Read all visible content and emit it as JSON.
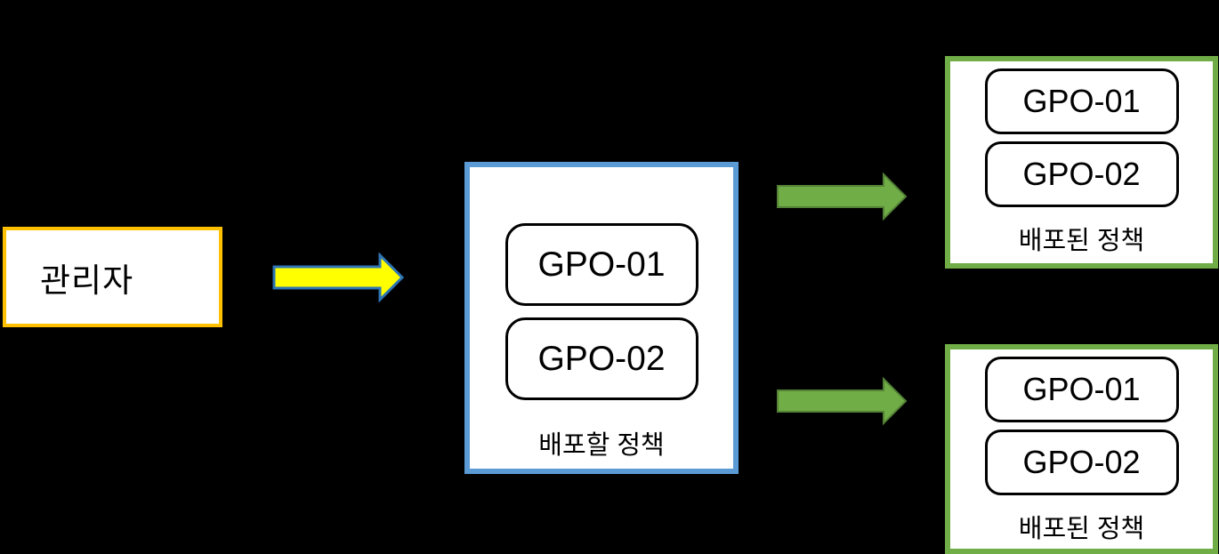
{
  "diagram": {
    "background_color": "#000000",
    "admin_box": {
      "label": "관리자",
      "border_color": "#FFC000",
      "fill_color": "#FFFFFF"
    },
    "deploy_box": {
      "items": [
        {
          "label": "GPO-01"
        },
        {
          "label": "GPO-02"
        }
      ],
      "caption": "배포할 정책",
      "border_color": "#5B9BD5",
      "fill_color": "#FFFFFF"
    },
    "deployed_boxes": [
      {
        "items": [
          {
            "label": "GPO-01"
          },
          {
            "label": "GPO-02"
          }
        ],
        "caption": "배포된 정책",
        "border_color": "#70AD47",
        "fill_color": "#FFFFFF"
      },
      {
        "items": [
          {
            "label": "GPO-01"
          },
          {
            "label": "GPO-02"
          }
        ],
        "caption": "배포된 정책",
        "border_color": "#70AD47",
        "fill_color": "#FFFFFF"
      }
    ],
    "arrows": {
      "admin_to_deploy": {
        "fill": "#FFFF00",
        "outline": "#2E75B6",
        "direction": "right"
      },
      "deploy_to_top": {
        "fill": "#70AD47",
        "outline": "#538135",
        "direction": "right"
      },
      "deploy_to_bottom": {
        "fill": "#70AD47",
        "outline": "#538135",
        "direction": "right"
      }
    }
  }
}
